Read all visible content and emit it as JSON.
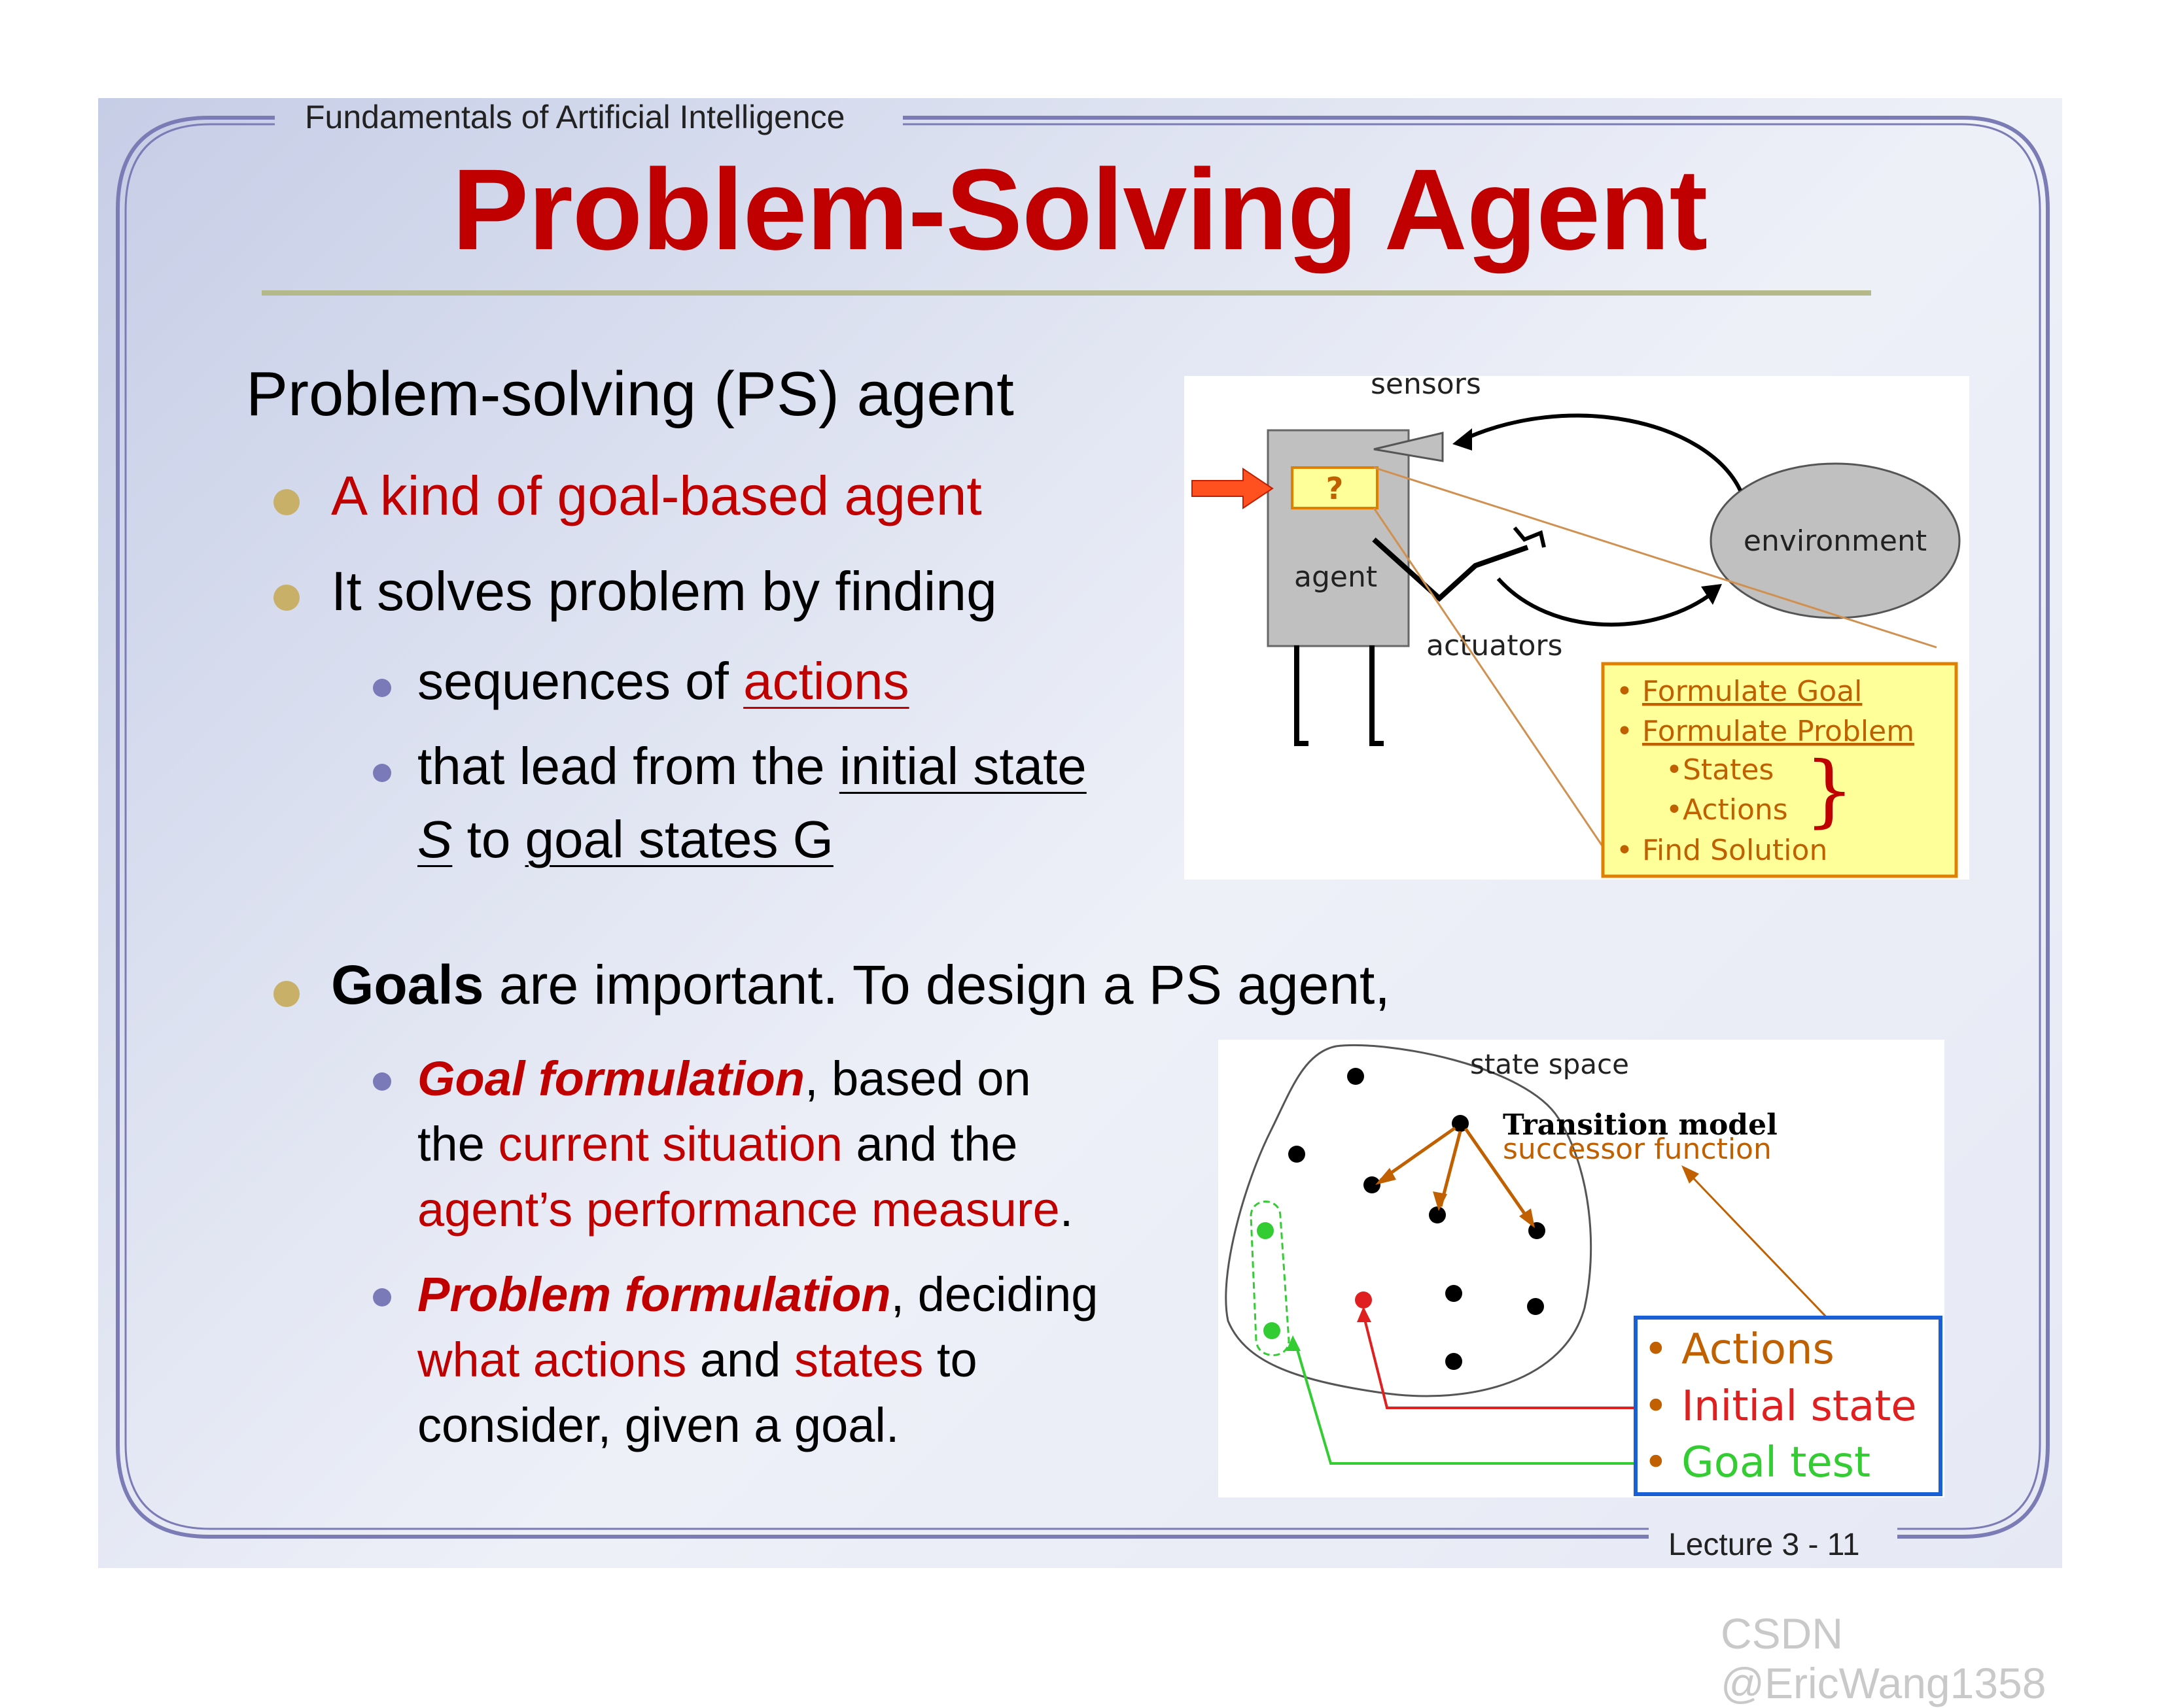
{
  "header": {
    "course": "Fundamentals of Artificial Intelligence",
    "title": "Problem-Solving Agent"
  },
  "section1": {
    "heading": "Problem-solving (PS) agent",
    "bullet1": "A kind of goal-based agent",
    "bullet2": "It solves problem by finding",
    "sub1_pre": "sequences of ",
    "sub1_link": "actions",
    "sub2_pre": "that lead from the ",
    "sub2_initial": "initial state",
    "sub2_S": "S",
    "sub2_to": " to ",
    "sub2_goal": "goal states G"
  },
  "section2": {
    "goals_bold": "Goals",
    "goals_rest": " are important. To design a PS agent,",
    "gf_title": "Goal formulation",
    "gf_l1_rest": ", based on",
    "gf_l2_pre": "the ",
    "gf_l2_red": "current situation",
    "gf_l2_post": " and the",
    "gf_l3_red": "agent’s performance measure",
    "gf_l3_post": ".",
    "pf_title": "Problem formulation",
    "pf_l1_rest": ", deciding",
    "pf_l2_red1": "what actions",
    "pf_l2_mid": " and ",
    "pf_l2_red2": "states",
    "pf_l2_post": " to",
    "pf_l3": "consider, given a goal."
  },
  "diagram1": {
    "sensors": "sensors",
    "agent": "agent",
    "question": "?",
    "actuators": "actuators",
    "environment": "environment",
    "box_items": [
      "Formulate Goal",
      "Formulate Problem",
      "States",
      "Actions",
      "Find Solution"
    ],
    "brace": "}"
  },
  "diagram2": {
    "state_space": "state space",
    "transition": "Transition model",
    "successor": "successor function",
    "legend": [
      "Actions",
      "Initial state",
      "Goal test"
    ]
  },
  "footer": {
    "lecture": "Lecture 3 - 11",
    "watermark": "CSDN @EricWang1358"
  },
  "colors": {
    "title_red": "#c00000",
    "bullet_gold": "#c8b068",
    "bullet_purple": "#7a7ab8",
    "frame": "#7b7bb5",
    "note_yellow": "#ffff99",
    "legend_blue": "#1a5fd6",
    "goal_green": "#33cc33",
    "arrow_orange": "#c06000"
  }
}
